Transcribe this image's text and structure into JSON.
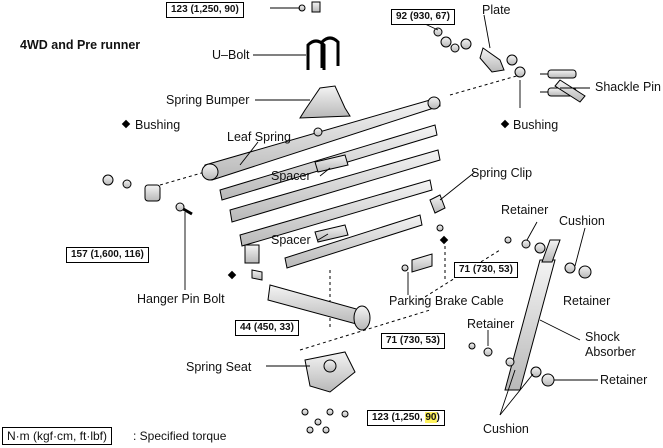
{
  "title": "4WD and Pre runner",
  "labels": {
    "plate": "Plate",
    "u_bolt": "U–Bolt",
    "shackle_pin": "Shackle Pin",
    "spring_bumper": "Spring Bumper",
    "bushing_left": "Bushing",
    "bushing_right": "Bushing",
    "leaf_spring": "Leaf Spring",
    "spacer_upper": "Spacer",
    "spacer_lower": "Spacer",
    "spring_clip": "Spring Clip",
    "retainer_top": "Retainer",
    "cushion_top": "Cushion",
    "retainer_right": "Retainer",
    "hanger_pin_bolt": "Hanger Pin Bolt",
    "parking_brake_cable": "Parking Brake Cable",
    "retainer_mid": "Retainer",
    "shock_absorber_1": "Shock",
    "shock_absorber_2": "Absorber",
    "spring_seat": "Spring Seat",
    "retainer_bottom": "Retainer",
    "cushion_bottom": "Cushion"
  },
  "torques": {
    "top_center": "123 (1,250, 90)",
    "top_right": "92 (930, 67)",
    "left": "157 (1,600, 116)",
    "right_mid": "71 (730, 53)",
    "center_low": "44 (450, 33)",
    "shock_lower": "71 (730, 53)",
    "bottom_prefix": "123 (1,250, ",
    "bottom_highlight": "90",
    "bottom_suffix": ")"
  },
  "legend": {
    "unit": "N·m (kgf·cm, ft·lbf)",
    "text": ": Specified torque"
  },
  "colors": {
    "highlight": "#fff35c",
    "line": "#000000",
    "part_fill": "#d8d8d8"
  }
}
